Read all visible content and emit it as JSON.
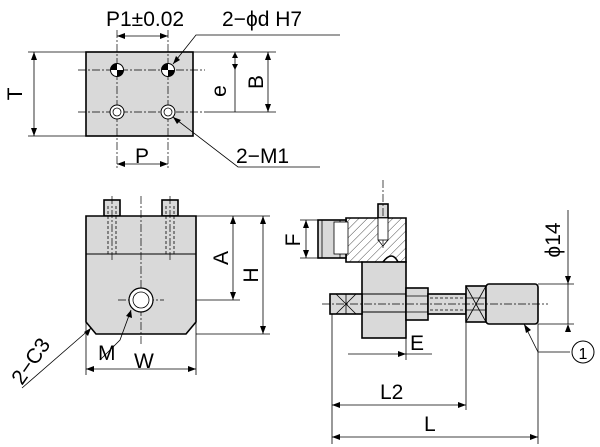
{
  "labels": {
    "p1_tol": "P1±0.02",
    "pins_hole": "2−ϕd H7",
    "T": "T",
    "e": "e",
    "B": "B",
    "P": "P",
    "threads": "2−M1",
    "A": "A",
    "H": "H",
    "chamfer": "2−C3",
    "M": "M",
    "W": "W",
    "F": "F",
    "phi14": "ϕ14",
    "E": "E",
    "L2": "L2",
    "L": "L",
    "callout_1": "1"
  }
}
